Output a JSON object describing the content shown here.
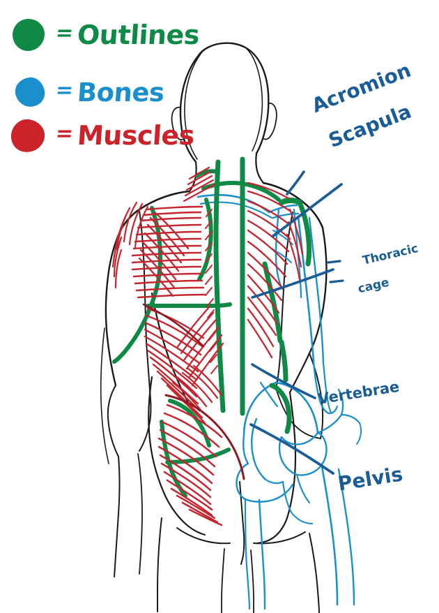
{
  "figure": {
    "title": "Back anatomy overlay diagram",
    "subject": "human back, posterior view",
    "background_color": "#ffffff"
  },
  "colors": {
    "outlines_green": "#0E8A46",
    "bones_blue": "#1B8FCC",
    "muscles_red": "#C4252E",
    "label_navy": "#1A5C96",
    "body_outline_black": "#1A1A1A"
  },
  "legend": {
    "items": [
      {
        "swatch_name": "green-dot",
        "equals": "=",
        "label": "Outlines",
        "color": "#0E8A46"
      },
      {
        "swatch_name": "blue-dot",
        "equals": "=",
        "label": "Bones",
        "color": "#1B8FCC"
      },
      {
        "swatch_name": "red-dot",
        "equals": "=",
        "label": "Muscles",
        "color": "#CC2229"
      }
    ]
  },
  "callouts": [
    {
      "id": "acromion",
      "label": "Acromion",
      "color": "#1A5C96"
    },
    {
      "id": "scapula",
      "label": "Scapula",
      "color": "#1A5C96"
    },
    {
      "id": "thoracic_cage",
      "label_line1": "Thoracic",
      "label_line2": "cage",
      "color": "#1A5C96"
    },
    {
      "id": "vertebrae",
      "label": "Vertebrae",
      "color": "#1A5C96"
    },
    {
      "id": "pelvis",
      "label": "Pelvis",
      "color": "#1A5C96"
    }
  ]
}
